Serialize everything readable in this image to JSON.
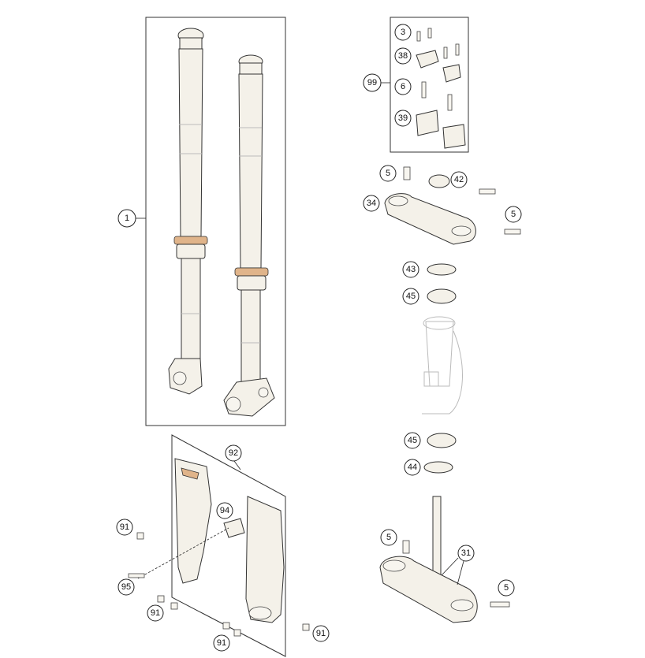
{
  "callouts": {
    "c1": "1",
    "c3": "3",
    "c38": "38",
    "c99": "99",
    "c6": "6",
    "c39": "39",
    "c5a": "5",
    "c42": "42",
    "c34": "34",
    "c5b": "5",
    "c43": "43",
    "c45a": "45",
    "c45b": "45",
    "c44": "44",
    "c92": "92",
    "c94": "94",
    "c91a": "91",
    "c95": "95",
    "c91b": "91",
    "c91c": "91",
    "c91d": "91",
    "c5c": "5",
    "c31": "31",
    "c5d": "5"
  },
  "colors": {
    "body": "#f4f1e9",
    "outline": "#333333",
    "accent": "#e0b48a"
  }
}
